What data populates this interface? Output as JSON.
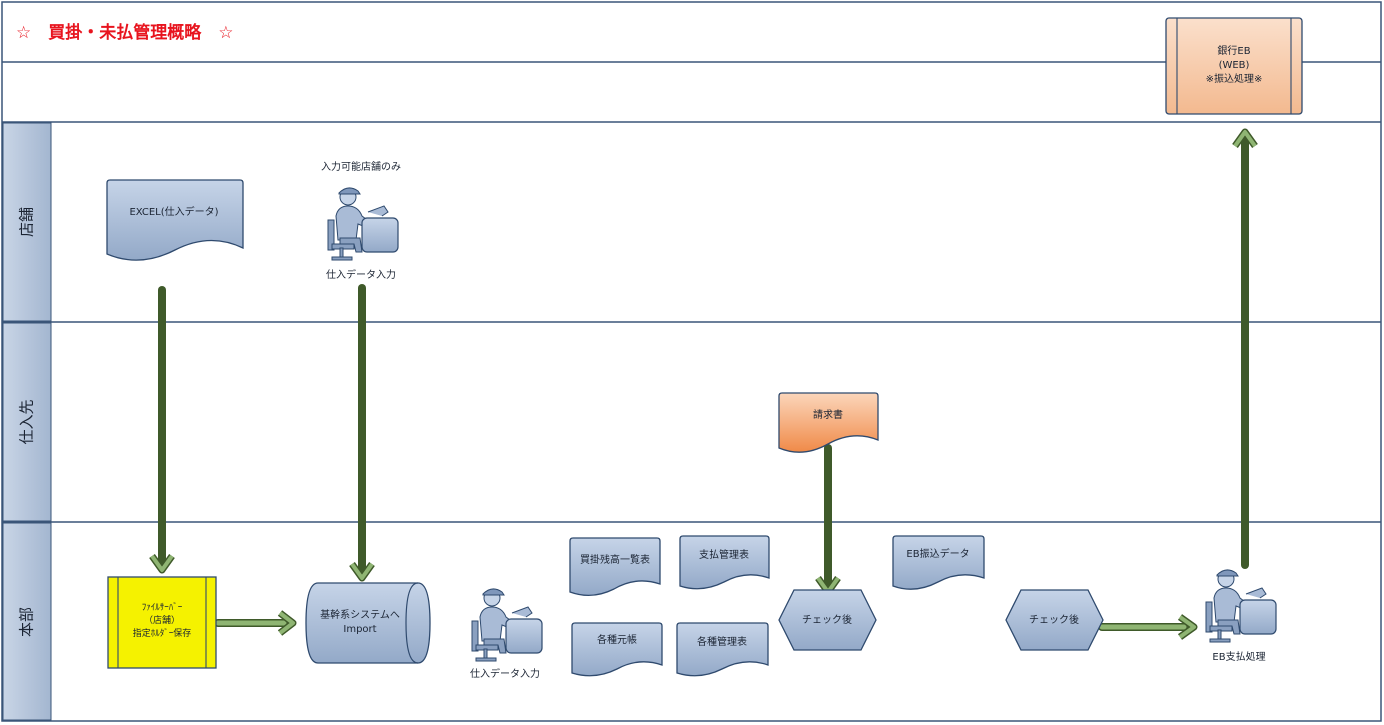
{
  "title": "☆　買掛・未払管理概略　☆",
  "lanes": {
    "store": "店舗",
    "supplier": "仕入先",
    "hq": "本部"
  },
  "nodes": {
    "bank_eb_line1": "銀行EB",
    "bank_eb_line2": "(WEB)",
    "bank_eb_line3": "※振込処理※",
    "excel_doc": "EXCEL(仕入データ)",
    "store_only_note": "入力可能店舗のみ",
    "store_input_caption": "仕入データ入力",
    "invoice_doc": "請求書",
    "file_server_line1": "ﾌｧｲﾙｻｰﾊﾞｰ",
    "file_server_line2": "（店舗）",
    "file_server_line3": "指定ﾎﾙﾀﾞｰ保存",
    "core_system_line1": "基幹系システムへ",
    "core_system_line2": "Import",
    "hq_input_caption": "仕入データ入力",
    "payables_list": "買掛残高一覧表",
    "payment_mgmt": "支払管理表",
    "ledger": "各種元帳",
    "various_mgmt": "各種管理表",
    "check_done_1": "チェック後",
    "eb_transfer_data": "EB振込データ",
    "check_done_2": "チェック後",
    "eb_payment_caption": "EB支払処理"
  },
  "colors": {
    "title_red": "#e8141e",
    "shape_blue": "#a9bbd6",
    "shape_stroke": "#2f4a6e",
    "lane_stroke": "#3a5578",
    "arrow_green": "#8fb573",
    "highlight_yellow": "#f5f200",
    "bank_orange": "#f6c6a4",
    "invoice_orange": "#f4a46e"
  },
  "icons": [
    "person-at-computer-icon"
  ]
}
